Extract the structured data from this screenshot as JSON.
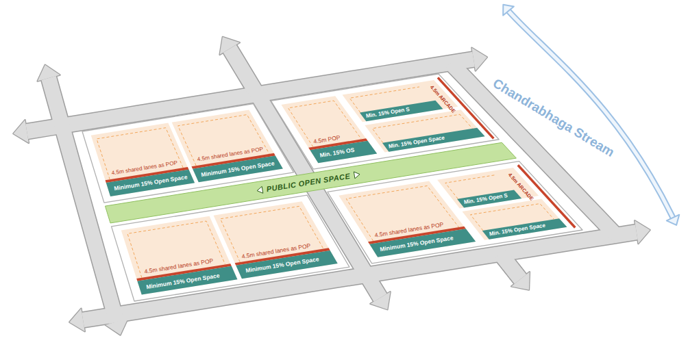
{
  "diagram": {
    "nodes": [
      {
        "text": [
          "4.5m shared lanes as POP",
          "Minimum 15% Open Space"
        ]
      },
      {
        "text": [
          "4.5m shared lanes as POP",
          "Minimum 15% Open Space"
        ]
      },
      {
        "text": [
          "4.5m POP",
          "Min. 15% OS"
        ]
      },
      {
        "text": [
          "Min. 15% Open S"
        ]
      },
      {
        "text": [
          "Min. 15% Open Space"
        ]
      },
      {
        "text": [
          "PUBLIC OPEN SPACE"
        ]
      },
      {
        "text": [
          "4.5m shared lanes as POP",
          "Minimum 15% Open Space"
        ]
      },
      {
        "text": [
          "4.5m shared lanes as POP",
          "Minimum 15% Open Space"
        ]
      },
      {
        "text": [
          "4.5m shared lanes as POP",
          "Minimum 15% Open Space"
        ]
      },
      {
        "text": [
          "Min. 15% Open S"
        ]
      },
      {
        "text": [
          "Min. 15% Open Space"
        ]
      }
    ],
    "labels": [
      "Chandrabhaga Stream",
      "4.5m ARCADE",
      "4.5m ARCADE"
    ]
  }
}
